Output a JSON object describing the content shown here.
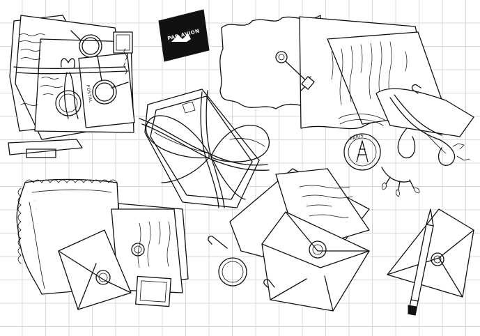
{
  "sheet": {
    "grid_color": "#d9d9d9",
    "ink_color": "#111111",
    "background": "#ffffff"
  },
  "labels": {
    "par_avion": "PAR AVION",
    "postal": "POSTAL",
    "paris": "PARIS"
  },
  "icons": [
    "letters-and-glasses-icon",
    "par-avion-label-icon",
    "ribbon-tied-bundle-icon",
    "old-key-icon",
    "torn-letter-icon",
    "scissors-icon",
    "eiffel-stamp-icon",
    "lace-handkerchief-icon",
    "sealed-letters-icon",
    "open-envelope-icon",
    "envelope-with-pen-icon"
  ]
}
